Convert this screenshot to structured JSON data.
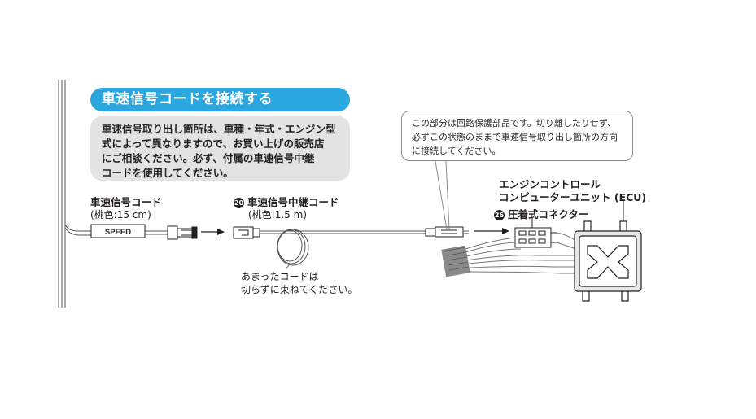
{
  "title": "車速信号コードを接続する",
  "note_lines": [
    "車速信号取り出し箇所は、車種・年式・エンジン型",
    "式によって異なりますので、お買い上げの販売店",
    "にご相談ください。必ず、付属の車速信号中継",
    "コードを使用してください。"
  ],
  "callout_lines": [
    "この部分は回路保護部品です。切り離したりせず、",
    "必ずこの状態のままで車速信号取り出し箇所の方向",
    "に接続してください。"
  ],
  "speed_cord": {
    "label": "車速信号コード",
    "spec": "(桃色:15 cm)",
    "tag": "SPEED"
  },
  "relay_cord": {
    "number": "20",
    "label": "車速信号中継コード",
    "spec": "(桃色:1.5 m)"
  },
  "coil_note_lines": [
    "あまったコードは",
    "切らずに束ねてください。"
  ],
  "ecu": {
    "label_line1": "エンジンコントロール",
    "label_line2": "コンピューターユニット (ECU)"
  },
  "crimp_connector": {
    "number": "26",
    "label": "圧着式コネクター"
  },
  "colors": {
    "accent": "#2aa7de",
    "note_bg": "#e3e3e3",
    "ink": "#231f20"
  }
}
